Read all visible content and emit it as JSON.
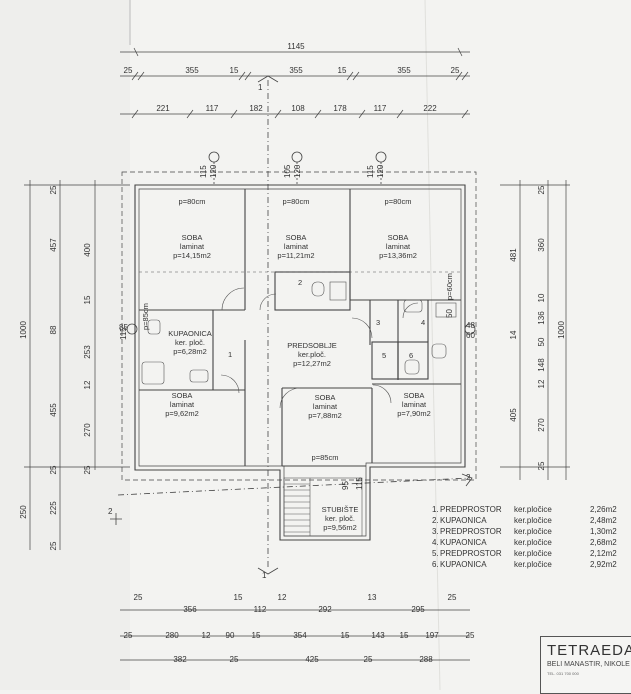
{
  "dims_top": {
    "total": "1145",
    "row1": [
      "25",
      "355",
      "15",
      "355",
      "15",
      "355",
      "25"
    ],
    "row2": [
      "221",
      "117",
      "182",
      "108",
      "178",
      "117",
      "222"
    ],
    "windows": [
      "115",
      "120",
      "105",
      "120",
      "115",
      "120"
    ]
  },
  "dims_bottom": {
    "row1": [
      "25",
      "356",
      "15",
      "112",
      "12",
      "292",
      "13",
      "295",
      "25"
    ],
    "row2": [
      "25",
      "280",
      "12",
      "90",
      "15",
      "354",
      "15",
      "143",
      "15",
      "197",
      "25"
    ],
    "row3": [
      "382",
      "25",
      "425",
      "25",
      "288"
    ]
  },
  "dims_left": {
    "outer": [
      "1000",
      "250"
    ],
    "inner": [
      "25",
      "457",
      "88",
      "455",
      "25",
      "225",
      "25"
    ],
    "inner2": [
      "400",
      "15",
      "253",
      "12",
      "270",
      "25"
    ],
    "small": [
      "115",
      "85"
    ]
  },
  "dims_right": {
    "outer": [
      "1000"
    ],
    "inner": [
      "481",
      "14",
      "405"
    ],
    "inner2": [
      "25",
      "360",
      "10",
      "136",
      "50",
      "148",
      "12",
      "270",
      "25"
    ],
    "small": [
      "48",
      "60",
      "50"
    ]
  },
  "rooms": {
    "soba1": {
      "name": "SOBA",
      "floor": "laminat",
      "area": "p=14,15m2",
      "door": "p=80cm"
    },
    "soba2": {
      "name": "SOBA",
      "floor": "laminat",
      "area": "p=11,21m2",
      "door": "p=80cm"
    },
    "soba3": {
      "name": "SOBA",
      "floor": "laminat",
      "area": "p=13,36m2",
      "door": "p=80cm"
    },
    "kupaonica": {
      "name": "KUPAONICA",
      "floor": "ker. ploč.",
      "area": "p=6,28m2",
      "door": "p=85cm"
    },
    "predsoblje": {
      "name": "PREDSOBLJE",
      "floor": "ker.ploč.",
      "area": "p=12,27m2"
    },
    "soba4": {
      "name": "SOBA",
      "floor": "laminat",
      "area": "p=9,62m2"
    },
    "soba5": {
      "name": "SOBA",
      "floor": "laminat",
      "area": "p=7,88m2",
      "door": "p=85cm"
    },
    "soba6": {
      "name": "SOBA",
      "floor": "laminat",
      "area": "p=7,90m2"
    },
    "stubiste": {
      "name": "STUBIŠTE",
      "floor": "ker. ploč.",
      "area": "p=9,56m2"
    },
    "door_small": "p=60cm"
  },
  "room_numbers": [
    "1",
    "2",
    "3",
    "4",
    "5",
    "6"
  ],
  "section_marks": {
    "one": "1",
    "two": "2"
  },
  "stair_dims": [
    "95",
    "115"
  ],
  "legend": [
    {
      "no": "1.",
      "name": "PREDPROSTOR",
      "floor": "ker.pločice",
      "area": "2,26m2"
    },
    {
      "no": "2.",
      "name": "KUPAONICA",
      "floor": "ker.pločice",
      "area": "2,48m2"
    },
    {
      "no": "3.",
      "name": "PREDPROSTOR",
      "floor": "ker.pločice",
      "area": "1,30m2"
    },
    {
      "no": "4.",
      "name": "KUPAONICA",
      "floor": "ker.pločice",
      "area": "2,68m2"
    },
    {
      "no": "5.",
      "name": "PREDPROSTOR",
      "floor": "ker.pločice",
      "area": "2,12m2"
    },
    {
      "no": "6.",
      "name": "KUPAONICA",
      "floor": "ker.pločice",
      "area": "2,92m2"
    }
  ],
  "title_block": {
    "company": "TETRAEDAR",
    "place": "BELI MANASTIR, NIKOLE",
    "tel": "TEL. 031 700 000"
  }
}
